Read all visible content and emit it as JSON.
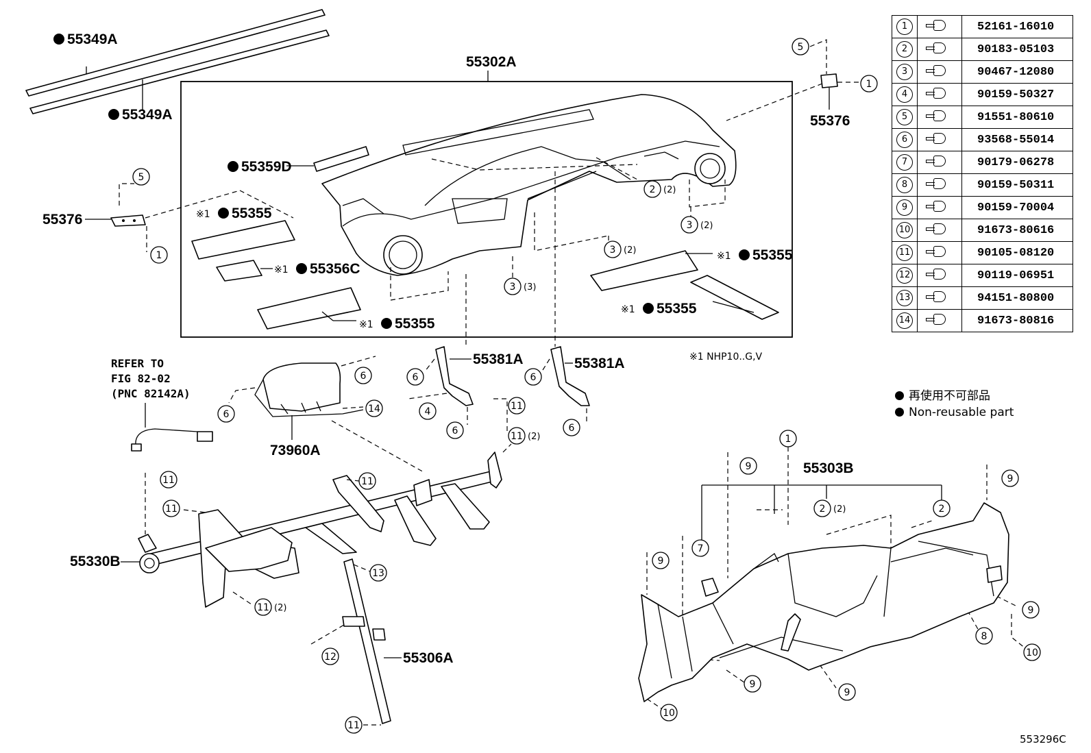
{
  "labels": {
    "l55349a_1": "55349A",
    "l55349a_2": "55349A",
    "l55302a": "55302A",
    "l55359d": "55359D",
    "l55355_a": "55355",
    "l55355_b": "55355",
    "l55355_c": "55355",
    "l55355_d": "55355",
    "l55356c": "55356C",
    "l55376_left": "55376",
    "l55376_right": "55376",
    "l55381a_1": "55381A",
    "l55381a_2": "55381A",
    "l73960a": "73960A",
    "l55330b": "55330B",
    "l55306a": "55306A",
    "l55303b": "55303B",
    "mark": "※1"
  },
  "qty": {
    "q2": "(2)",
    "q3": "(3)"
  },
  "refer": {
    "line1": "REFER TO",
    "line2": "FIG 82-02",
    "line3": "(PNC 82142A)"
  },
  "footnote": "※1 NHP10..G,V",
  "callouts": [
    "1",
    "2",
    "3",
    "4",
    "5",
    "6",
    "7",
    "8",
    "9",
    "10",
    "11",
    "12",
    "13",
    "14"
  ],
  "parts_table": [
    {
      "num": "1",
      "part_no": "52161-16010"
    },
    {
      "num": "2",
      "part_no": "90183-05103"
    },
    {
      "num": "3",
      "part_no": "90467-12080"
    },
    {
      "num": "4",
      "part_no": "90159-50327"
    },
    {
      "num": "5",
      "part_no": "91551-80610"
    },
    {
      "num": "6",
      "part_no": "93568-55014"
    },
    {
      "num": "7",
      "part_no": "90179-06278"
    },
    {
      "num": "8",
      "part_no": "90159-50311"
    },
    {
      "num": "9",
      "part_no": "90159-70004"
    },
    {
      "num": "10",
      "part_no": "91673-80616"
    },
    {
      "num": "11",
      "part_no": "90105-08120"
    },
    {
      "num": "12",
      "part_no": "90119-06951"
    },
    {
      "num": "13",
      "part_no": "94151-80800"
    },
    {
      "num": "14",
      "part_no": "91673-80816"
    }
  ],
  "legend": {
    "line1": "再使用不可部品",
    "line2": "Non-reusable part"
  },
  "figure_code": "553296C"
}
